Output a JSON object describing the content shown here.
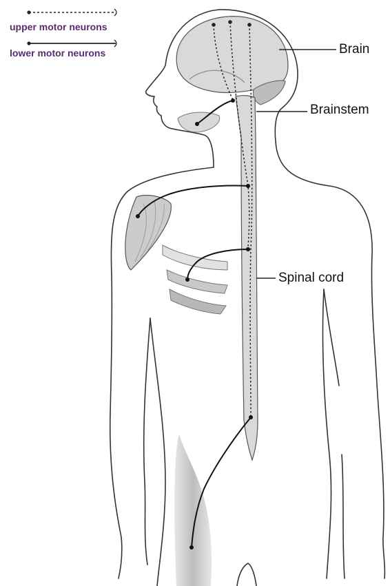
{
  "legend": {
    "upper_label": "upper motor neurons",
    "lower_label": "lower motor neurons"
  },
  "labels": {
    "brain": "Brain",
    "brainstem": "Brainstem",
    "spinal_cord": "Spinal cord"
  },
  "colors": {
    "legend_text": "#5b2a6e",
    "outline": "#333333",
    "tissue_fill": "#d9d9d9",
    "neuron": "#111111"
  }
}
